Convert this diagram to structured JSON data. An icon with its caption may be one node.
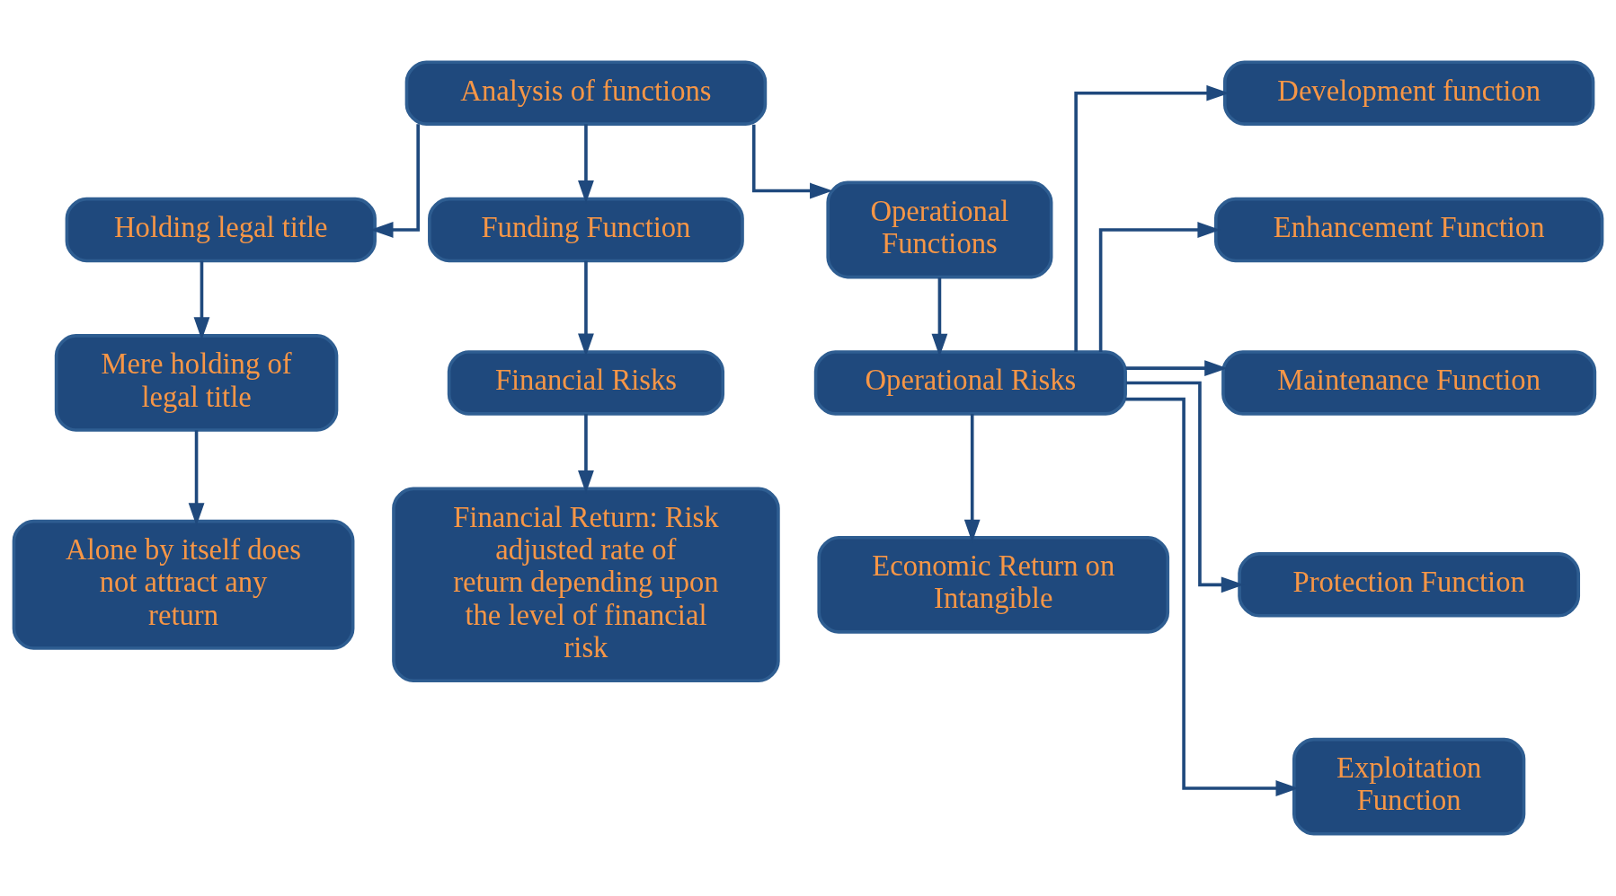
{
  "diagram": {
    "nodes": [
      {
        "text": [
          "Analysis of functions"
        ]
      },
      {
        "text": [
          "Holding legal title"
        ]
      },
      {
        "text": [
          "Funding Function"
        ]
      },
      {
        "text": [
          "Operational Functions"
        ]
      },
      {
        "text": [
          "Mere holding of legal title"
        ]
      },
      {
        "text": [
          "Financial Risks"
        ]
      },
      {
        "text": [
          "Operational Risks"
        ]
      },
      {
        "text": [
          "Alone by itself does not attract any return"
        ]
      },
      {
        "text": [
          "Financial Return: Risk adjusted rate of return depending upon the level of financial risk"
        ]
      },
      {
        "text": [
          "Economic Return on Intangible"
        ]
      },
      {
        "text": [
          "Development function"
        ]
      },
      {
        "text": [
          "Enhancement Function"
        ]
      },
      {
        "text": [
          "Maintenance Function"
        ]
      },
      {
        "text": [
          "Protection Function"
        ]
      },
      {
        "text": [
          "Exploitation Function"
        ]
      }
    ],
    "edges": [
      {
        "from": 0,
        "to": 1,
        "arrow": "to"
      },
      {
        "from": 0,
        "to": 2,
        "arrow": "to"
      },
      {
        "from": 0,
        "to": 3,
        "arrow": "to"
      },
      {
        "from": 1,
        "to": 4,
        "arrow": "to"
      },
      {
        "from": 2,
        "to": 5,
        "arrow": "to"
      },
      {
        "from": 3,
        "to": 6,
        "arrow": "to"
      },
      {
        "from": 4,
        "to": 7,
        "arrow": "to"
      },
      {
        "from": 5,
        "to": 8,
        "arrow": "to"
      },
      {
        "from": 6,
        "to": 9,
        "arrow": "to"
      },
      {
        "from": 6,
        "to": 10,
        "arrow": "to"
      },
      {
        "from": 6,
        "to": 11,
        "arrow": "to"
      },
      {
        "from": 6,
        "to": 12,
        "arrow": "to"
      },
      {
        "from": 6,
        "to": 13,
        "arrow": "to"
      },
      {
        "from": 6,
        "to": 14,
        "arrow": "to"
      }
    ]
  }
}
